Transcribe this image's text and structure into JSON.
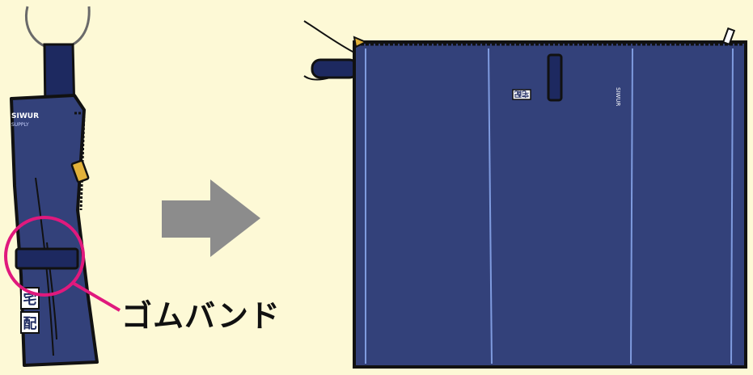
{
  "colors": {
    "background": "#fdf9d6",
    "bag": "#33417a",
    "bag_dark": "#1d2960",
    "stitch": "#7f9bdf",
    "outline": "#111111",
    "highlight_circle": "#e0197d",
    "arrow": "#8c8c8c",
    "zipper_pull": "#e2b23a"
  },
  "icons": {
    "arrow": "right-arrow-icon",
    "circle": "highlight-circle"
  },
  "labels": {
    "callout": "ゴムバンド",
    "brand_small": "SIWUR",
    "brand_sub": "SUPPLY",
    "stamp_1": "宅",
    "stamp_2": "配",
    "stamp_flat": "宅配",
    "brand_vertical": "SIWUR"
  }
}
